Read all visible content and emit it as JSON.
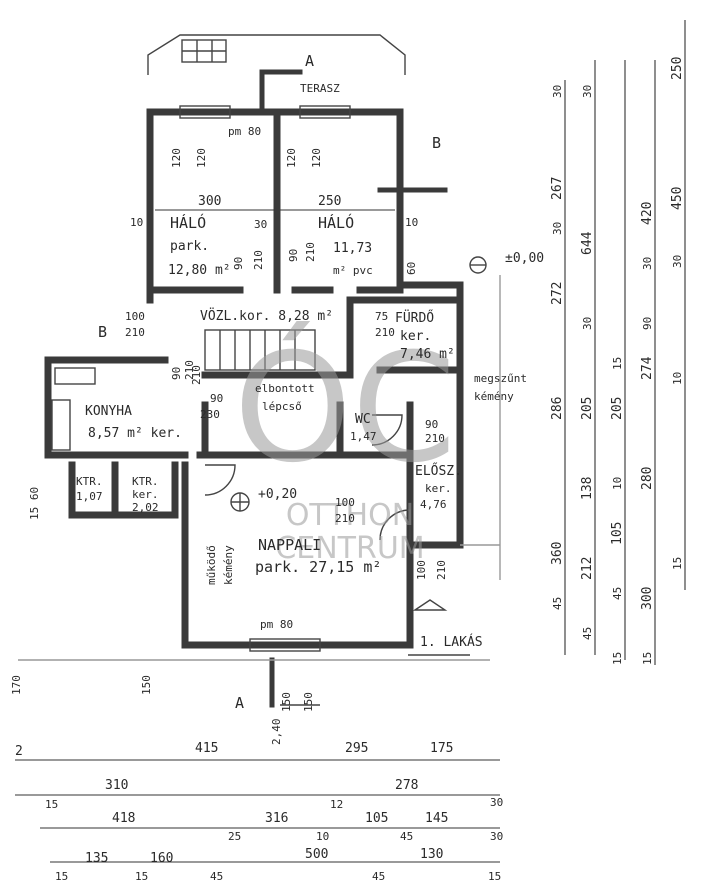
{
  "rooms": {
    "terrace": "TERASZ",
    "bedroom1_name": "HÁLÓ",
    "bedroom1_floor": "park.",
    "bedroom1_area": "12,80 m²",
    "bedroom2_name": "HÁLÓ",
    "bedroom2_area": "11,73",
    "bedroom2_floor": "m² pvc",
    "hall": "VÖZL.kor. 8,28 m²",
    "bath_name": "FÜRDŐ",
    "bath_floor": "ker.",
    "bath_area": "7,46 m²",
    "kitchen_name": "KONYHA",
    "kitchen_area": "8,57 m² ker.",
    "wc_name": "WC",
    "wc_area": "1,47",
    "foyer_name": "ELŐSZ.",
    "foyer_floor": "ker.",
    "foyer_area": "4,76",
    "living_name": "NAPPALI",
    "living_area": "park. 27,15 m²",
    "pantry1_name": "KTR.",
    "pantry1_area": "1,07",
    "pantry2_name": "KTR.",
    "pantry2_floor": "ker.",
    "pantry2_area": "2,02",
    "flat": "1. LAKÁS"
  },
  "notes": {
    "stairs1": "elbontott",
    "stairs2": "lépcső",
    "chimney_closed1": "megszűnt",
    "chimney_closed2": "kémény",
    "chimney_active1": "működő",
    "chimney_active2": "kémény",
    "level_zero": "±0,00",
    "level_living": "+0,20"
  },
  "sections": {
    "a_top": "A",
    "a_bottom": "A",
    "b_right": "B",
    "b_left": "B"
  },
  "openings": {
    "pm_top": "pm 80",
    "pm_bottom": "pm 80",
    "bed1_w1": "120",
    "bed1_w2": "120",
    "bed2_w1": "120",
    "bed2_w2": "120",
    "d1a": "90",
    "d1b": "210",
    "d2a": "90",
    "d2b": "210",
    "d3a": "75",
    "d3b": "210",
    "d4a": "90",
    "d4b": "210",
    "d5a": "90",
    "d5b": "210",
    "d6a": "100",
    "d6b": "210",
    "d7a": "100",
    "d7b": "210",
    "d8a": "90",
    "d8b": "210",
    "d9a": "100",
    "d9b": "210",
    "w_bottom1": "150",
    "w_bottom2": "2,40",
    "w_bottom3": "150"
  },
  "dims_inner": {
    "bed1_width": "300",
    "bed2_width": "250",
    "n10a": "10",
    "n10b": "10",
    "n30a": "30",
    "n60": "60",
    "n230": "230",
    "n150a": "150",
    "n170": "170",
    "n1560": "15 60"
  },
  "dims_bottom": {
    "r1": [
      "2",
      "415",
      "295",
      "175"
    ],
    "r2": [
      "15",
      "310",
      "12",
      "278",
      "30"
    ],
    "r3": [
      "418",
      "25",
      "316",
      "10",
      "105",
      "45",
      "145",
      "30"
    ],
    "r4": [
      "15",
      "135",
      "15",
      "160",
      "45",
      "500",
      "45",
      "130",
      "15"
    ]
  },
  "dims_right": {
    "c1": [
      "30",
      "267",
      "30",
      "272",
      "286",
      "360",
      "45"
    ],
    "c2": [
      "30",
      "644",
      "30",
      "205",
      "138",
      "212",
      "45"
    ],
    "c3": [
      "15",
      "205",
      "10",
      "105",
      "45",
      "15"
    ],
    "c4": [
      "420",
      "30",
      "90",
      "274",
      "280",
      "300",
      "15"
    ],
    "c5": [
      "250",
      "450",
      "30",
      "10",
      "15"
    ]
  },
  "watermark": {
    "logo": "ÓC",
    "line1": "OTTHON",
    "line2": "CENTRUM"
  }
}
